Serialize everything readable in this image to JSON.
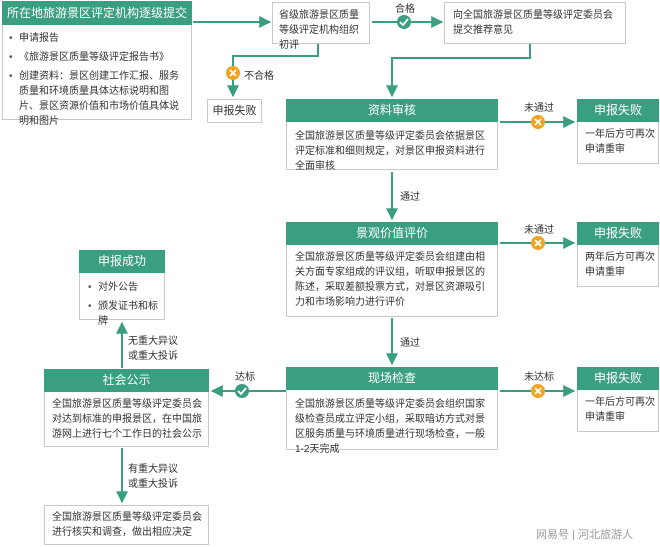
{
  "start": {
    "title": "所在地旅游景区评定机构逐级提交",
    "items": [
      "申请报告",
      "《旅游景区质量等级评定报告书》",
      "创建资料：景区创建工作汇报、服务质量和环境质量具体达标说明和图片、景区资源价值和市场价值具体说明和图片"
    ]
  },
  "provincial": {
    "text": "省级旅游景区质量等级评定机构组织初评"
  },
  "recommend": {
    "text": "向全国旅游景区质量等级评定委员会提交推荐意见"
  },
  "pass_label": "合格",
  "fail_label": "不合格",
  "fail_small": "申报失败",
  "review": {
    "title": "资料审核",
    "text": "全国旅游景区质量等级评定委员会依据景区评定标准和细则规定，对景区申报资料进行全面审核"
  },
  "value": {
    "title": "景观价值评价",
    "text": "全国旅游景区质量等级评定委员会组建由相关方面专家组成的评议组，听取申报景区的陈述，采取差额投票方式，对景区资源吸引力和市场影响力进行评价"
  },
  "onsite": {
    "title": "现场检查",
    "text": "全国旅游景区质量等级评定委员会组织国家级检查员成立评定小组，采取暗访方式对景区服务质量与环境质量进行现场检查，一般1-2天完成"
  },
  "public": {
    "title": "社会公示",
    "text": "全国旅游景区质量等级评定委员会对达到标准的申报景区，在中国旅游网上进行七个工作日的社会公示"
  },
  "success": {
    "title": "申报成功",
    "items": [
      "对外公告",
      "颁发证书和标牌"
    ]
  },
  "final": {
    "text": "全国旅游景区质量等级评定委员会进行核实和调查，做出相应决定"
  },
  "fail1": {
    "title": "申报失败",
    "text": "一年后方可再次申请重审"
  },
  "fail2": {
    "title": "申报失败",
    "text": "两年后方可再次申请重审"
  },
  "fail3": {
    "title": "申报失败",
    "text": "一年后方可再次申请重审"
  },
  "not_pass": "未通过",
  "not_reach": "未达标",
  "passed": "通过",
  "reach": "达标",
  "no_major": "无重大异议或重大投诉",
  "has_major": "有重大异议或重大投诉",
  "watermark": "网易号 | 河北旅游人",
  "colors": {
    "green": "#3a9e80",
    "orange": "#f2a322",
    "arrow": "#3a9e80"
  }
}
